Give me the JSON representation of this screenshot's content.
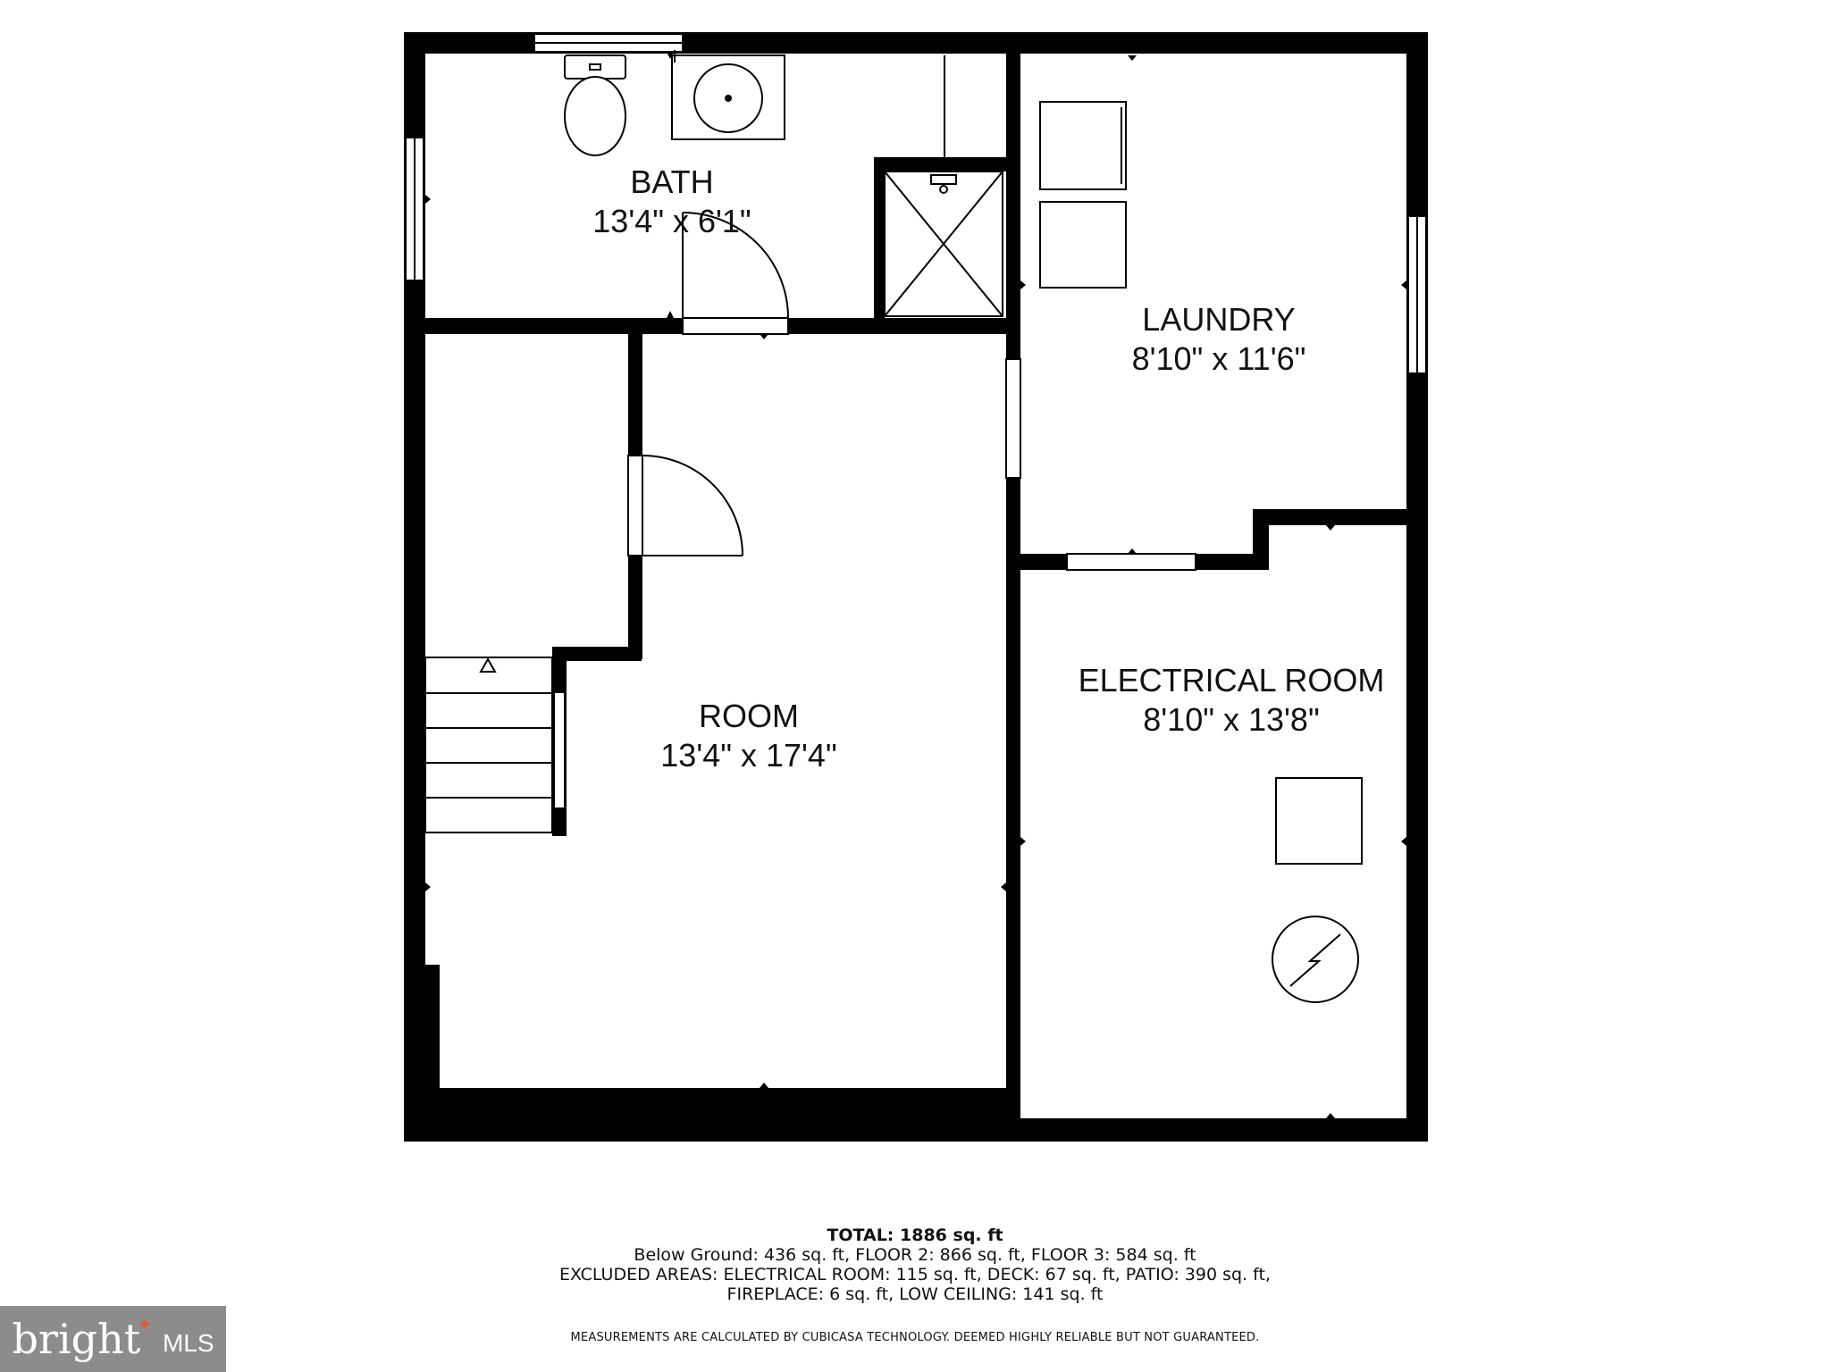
{
  "rooms": {
    "bath": {
      "name": "BATH",
      "dims": "13'4\" x 6'1\""
    },
    "laundry": {
      "name": "LAUNDRY",
      "dims": "8'10\" x 11'6\""
    },
    "room": {
      "name": "ROOM",
      "dims": "13'4\" x 17'4\""
    },
    "electrical": {
      "name": "ELECTRICAL ROOM",
      "dims": "8'10\" x 13'8\""
    }
  },
  "summary": {
    "total": "TOTAL: 1886 sq. ft",
    "line1": "Below Ground: 436 sq. ft, FLOOR 2: 866 sq. ft, FLOOR 3: 584 sq. ft",
    "line2": "EXCLUDED AREAS: ELECTRICAL ROOM: 115 sq. ft, DECK: 67 sq. ft, PATIO: 390 sq. ft,",
    "line3": "FIREPLACE: 6 sq. ft, LOW CEILING: 141 sq. ft"
  },
  "disclaimer": "MEASUREMENTS ARE CALCULATED BY CUBICASA TECHNOLOGY. DEEMED HIGHLY RELIABLE BUT NOT GUARANTEED.",
  "logo": {
    "brand": "bright",
    "mls": "MLS"
  },
  "colors": {
    "wall": "#000000",
    "logo_bg": "#8c8c8c",
    "logo_accent": "#e8532a"
  }
}
